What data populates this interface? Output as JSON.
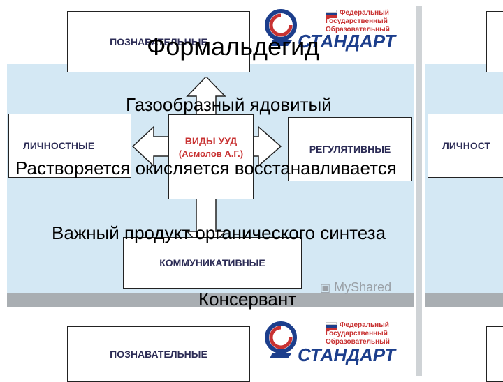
{
  "slide": {
    "top_box": "ПОЗНАВАТЕЛЬНЫЕ",
    "left_box": "ЛИЧНОСТНЫЕ",
    "right_box": "РЕГУЛЯТИВНЫЕ",
    "bottom_box": "КОММУНИКАТИВНЫЕ",
    "center_title": "ВИДЫ УУД",
    "center_sub": "(Асмолов А.Г.)",
    "side_right_box": "ЛИЧНОСТ",
    "bottom_slide_top_box": "ПОЗНАВАТЕЛЬНЫЕ"
  },
  "logo": {
    "line1": "Федеральный",
    "line2": "Государственный",
    "line3": "Образовательный",
    "word": "СТАНДАРТ"
  },
  "watermark": "MyShared",
  "overlay": {
    "title": "Формальдегид",
    "line1": "Газообразный  ядовитый",
    "line2": "Растворяется  окисляется восстанавливается",
    "line3": "Важный продукт органического синтеза",
    "line4": "Консервант"
  },
  "colors": {
    "band": "#d4e8f4",
    "box_text": "#2b2b55",
    "center_text": "#c83232",
    "logo_blue": "#1c3e8c",
    "logo_red": "#c83232"
  }
}
